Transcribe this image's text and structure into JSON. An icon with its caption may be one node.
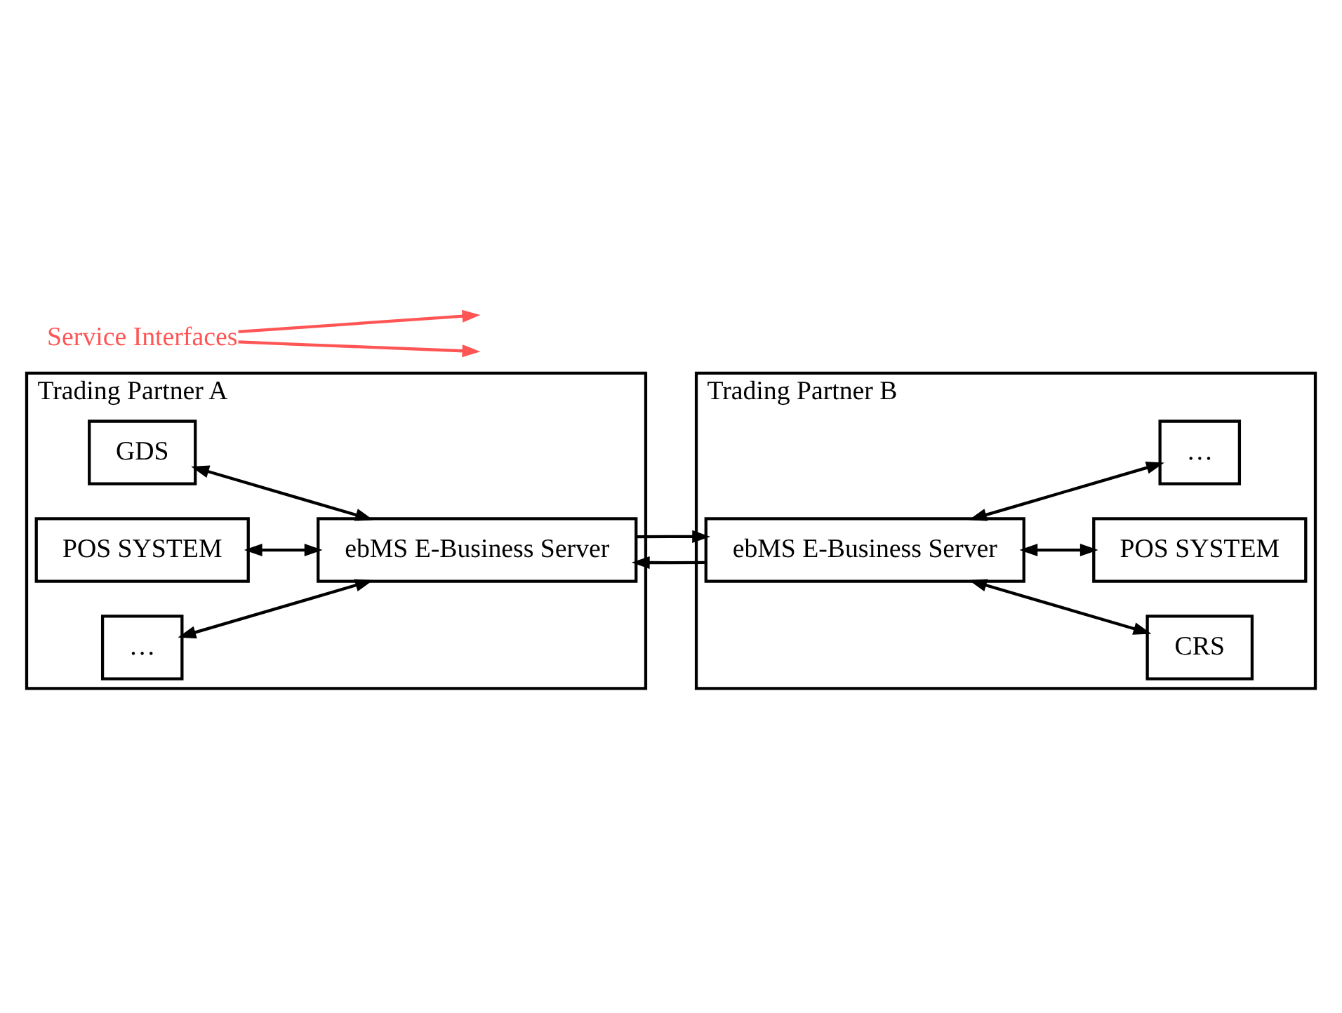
{
  "diagram": {
    "nodes": [
      {
        "text": [
          "Trading Partner A"
        ]
      },
      {
        "text": [
          "GDS"
        ],
        "in": 0
      },
      {
        "text": [
          "POS SYSTEM"
        ],
        "in": 0
      },
      {
        "text": [
          "…"
        ],
        "in": 0
      },
      {
        "text": [
          "ebMS E-Business Server"
        ],
        "in": 0
      },
      {
        "text": [
          "Trading Partner B"
        ]
      },
      {
        "text": [
          "ebMS E-Business Server"
        ],
        "in": 5
      },
      {
        "text": [
          "CRS"
        ],
        "in": 5
      },
      {
        "text": [
          "POS SYSTEM"
        ],
        "in": 5
      },
      {
        "text": [
          "…"
        ],
        "in": 5
      },
      {
        "text": [
          "Service Interfaces"
        ]
      }
    ],
    "edges": [
      {
        "from": 1,
        "to": 4,
        "arrow": "both"
      },
      {
        "from": 2,
        "to": 4,
        "arrow": "both"
      },
      {
        "from": 3,
        "to": 4,
        "arrow": "both"
      },
      {
        "from": 4,
        "to": 6,
        "arrow": "to"
      },
      {
        "from": 6,
        "to": 4,
        "arrow": "to"
      },
      {
        "from": 6,
        "to": 7,
        "arrow": "both"
      },
      {
        "from": 6,
        "to": 8,
        "arrow": "both"
      },
      {
        "from": 6,
        "to": 9,
        "arrow": "both"
      },
      {
        "from": 10,
        "to": null,
        "arrow": "to",
        "color": "#ff5555"
      },
      {
        "from": 10,
        "to": null,
        "arrow": "to",
        "color": "#ff5555"
      }
    ]
  }
}
